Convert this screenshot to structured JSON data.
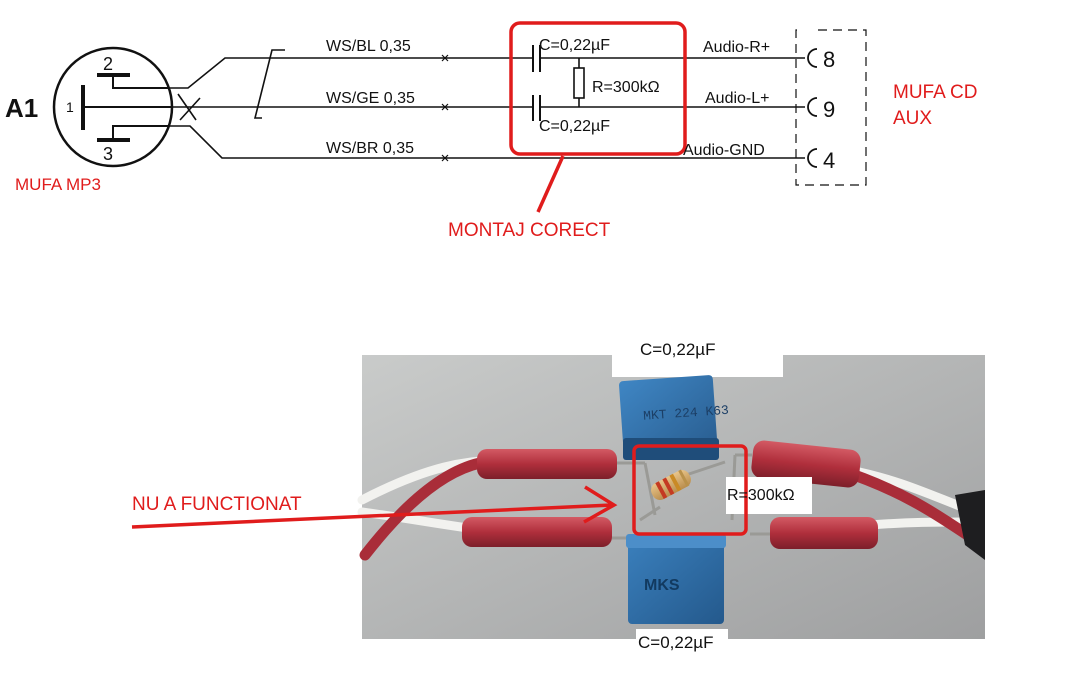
{
  "schematic": {
    "connector_a1": {
      "label": "A1",
      "caption": "MUFA MP3",
      "pins": [
        "1",
        "2",
        "3"
      ]
    },
    "wires": [
      {
        "label": "WS/BL 0,35",
        "signal": "Audio-R+",
        "pin": "8"
      },
      {
        "label": "WS/GE 0,35",
        "signal": "Audio-L+",
        "pin": "9"
      },
      {
        "label": "WS/BR 0,35",
        "signal": "Audio-GND",
        "pin": "4"
      }
    ],
    "capacitor_top": "C=0,22µF",
    "capacitor_bottom": "C=0,22µF",
    "resistor": "R=300kΩ",
    "connector_aux": {
      "line1": "MUFA CD",
      "line2": "AUX"
    },
    "callout": "MONTAJ CORECT"
  },
  "photo": {
    "capacitor_top_label": "C=0,22µF",
    "capacitor_bottom_label": "C=0,22µF",
    "resistor_label": "R=300kΩ",
    "callout": "NU A FUNCTIONAT",
    "cap_top_marking": "MKT 224 K63",
    "cap_bottom_marking": "MKS"
  },
  "colors": {
    "annotation_red": "#e01c1c",
    "capacitor_blue": "#2f73ad",
    "sleeve_red": "#b8323f"
  }
}
